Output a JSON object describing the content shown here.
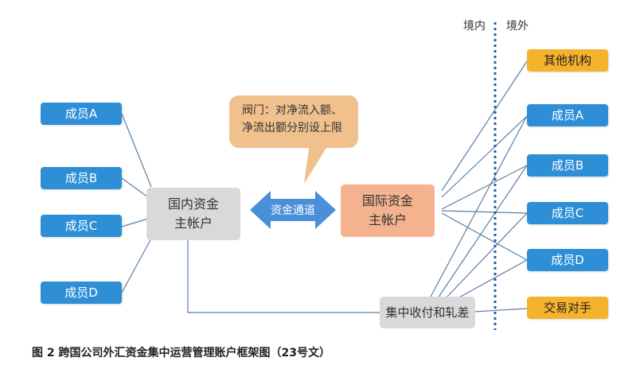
{
  "border": {
    "inside_label": "境内",
    "outside_label": "境外"
  },
  "left_members": [
    "成员A",
    "成员B",
    "成员C",
    "成员D"
  ],
  "right_members": [
    "成员A",
    "成员B",
    "成员C",
    "成员D"
  ],
  "other_institution": "其他机构",
  "counterparty": "交易对手",
  "domestic_account": {
    "line1": "国内资金",
    "line2": "主帐户"
  },
  "international_account": {
    "line1": "国际资金",
    "line2": "主帐户"
  },
  "channel": "资金通道",
  "valve_callout": {
    "line1": "阀门：对净流入额、",
    "line2": "净流出额分别设上限"
  },
  "collection": "集中收付和轧差",
  "caption": "图 2  跨国公司外汇资金集中运营管理账户框架图（23号文）",
  "colors": {
    "member_blue": "#2e8fd6",
    "orange": "#f5b22d",
    "domestic_gray": "#d9d9d9",
    "intl_salmon": "#f4b38e",
    "callout": "#f0c08d",
    "divider": "#1e5fa8"
  }
}
